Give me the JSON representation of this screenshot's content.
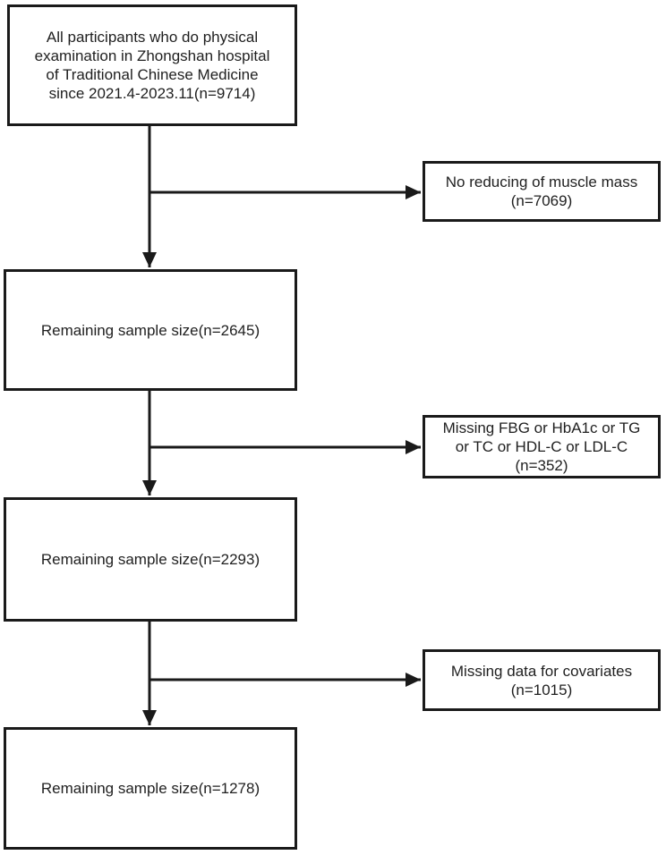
{
  "flowchart": {
    "main_boxes": [
      {
        "text": "All participants who do physical\nexamination in Zhongshan hospital\nof Traditional Chinese Medicine\nsince 2021.4-2023.11(n=9714)"
      },
      {
        "text": "Remaining sample size(n=2645)"
      },
      {
        "text": "Remaining sample size(n=2293)"
      },
      {
        "text": "Remaining sample size(n=1278)"
      }
    ],
    "exclusion_boxes": [
      {
        "text": "No reducing of muscle mass\n(n=7069)"
      },
      {
        "text": "Missing FBG or HbA1c or TG\nor TC or HDL-C or LDL-C\n(n=352)"
      },
      {
        "text": "Missing data for covariates\n(n=1015)"
      }
    ],
    "colors": {
      "line": "#1a1a1a",
      "text": "#1f1f1f",
      "background": "#ffffff"
    }
  }
}
